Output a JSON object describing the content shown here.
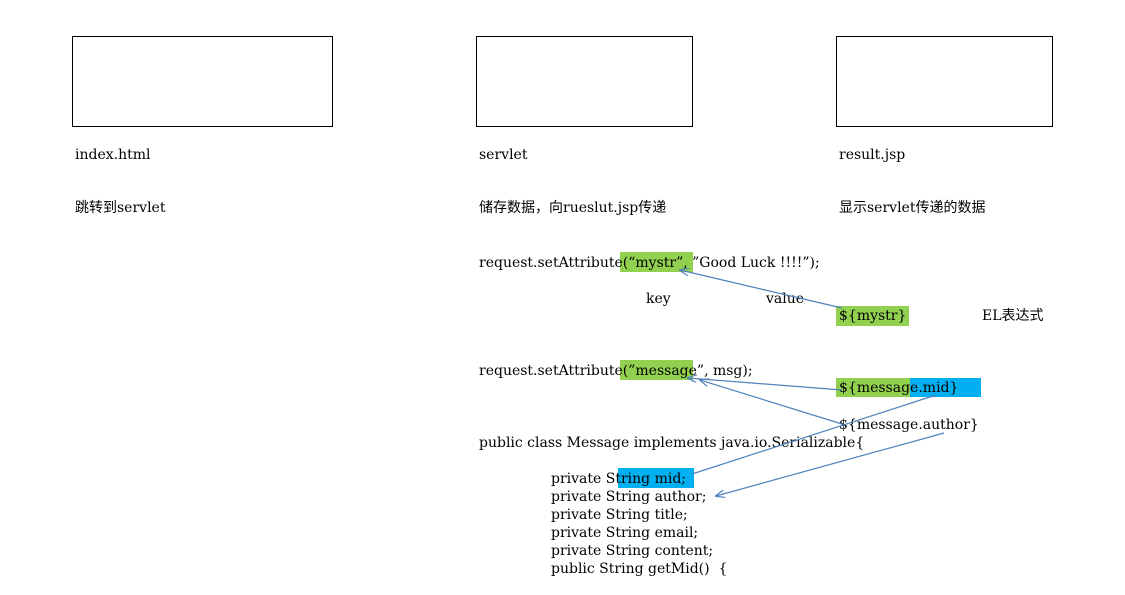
{
  "columns": {
    "index": {
      "title": "index.html",
      "desc": "跳转到servlet"
    },
    "servlet": {
      "title": "servlet",
      "desc": "储存数据，向rueslut.jsp传递"
    },
    "result": {
      "title": "result.jsp",
      "desc": "显示servlet传递的数据"
    }
  },
  "code": {
    "set_mystr": "request.setAttribute(“mystr”, ”Good Luck !!!!”);",
    "key_label": "key",
    "value_label": "value",
    "set_message": "request.setAttribute(”message”, msg);",
    "class_decl": "public class Message implements java.io.Serializable{",
    "fields": [
      "private String mid;",
      "private String author;",
      "private String title;",
      "private String email;",
      "private String content;",
      "public String getMid()  {"
    ]
  },
  "el": {
    "mystr": "${mystr}",
    "label": "EL表达式",
    "message_mid": "${message.mid}",
    "message_author": "${message.author}"
  },
  "colors": {
    "green": "#92d050",
    "blue": "#00b0f0",
    "arrow": "#4f81bd"
  }
}
